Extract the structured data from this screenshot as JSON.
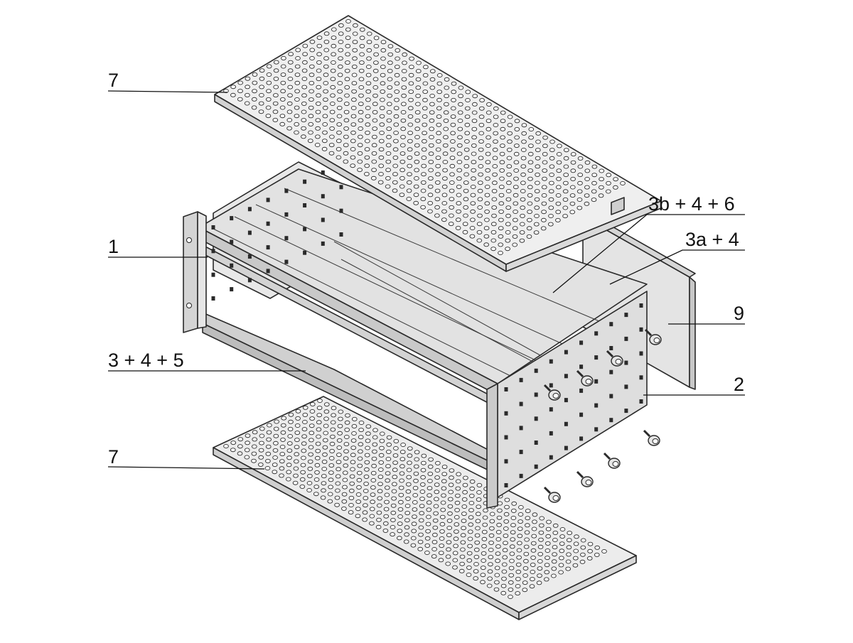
{
  "diagram": {
    "callouts": [
      {
        "id": "top-cover",
        "label": "7"
      },
      {
        "id": "side-panel-left",
        "label": "1"
      },
      {
        "id": "rail-assembly-upper",
        "label": "3b + 4 + 6"
      },
      {
        "id": "rail-assembly-rear",
        "label": "3a + 4"
      },
      {
        "id": "rear-panel",
        "label": "9"
      },
      {
        "id": "rail-assembly-front",
        "label": "3 + 4 + 5"
      },
      {
        "id": "side-panel-right",
        "label": "2"
      },
      {
        "id": "bottom-cover",
        "label": "7"
      }
    ],
    "colors": {
      "panel_light": "#ececec",
      "panel_mid": "#dcdcdc",
      "panel_dark": "#c4c4c4",
      "outline": "#2a2a2a",
      "hole": "#ffffff",
      "slot": "#2a2a2a"
    }
  }
}
